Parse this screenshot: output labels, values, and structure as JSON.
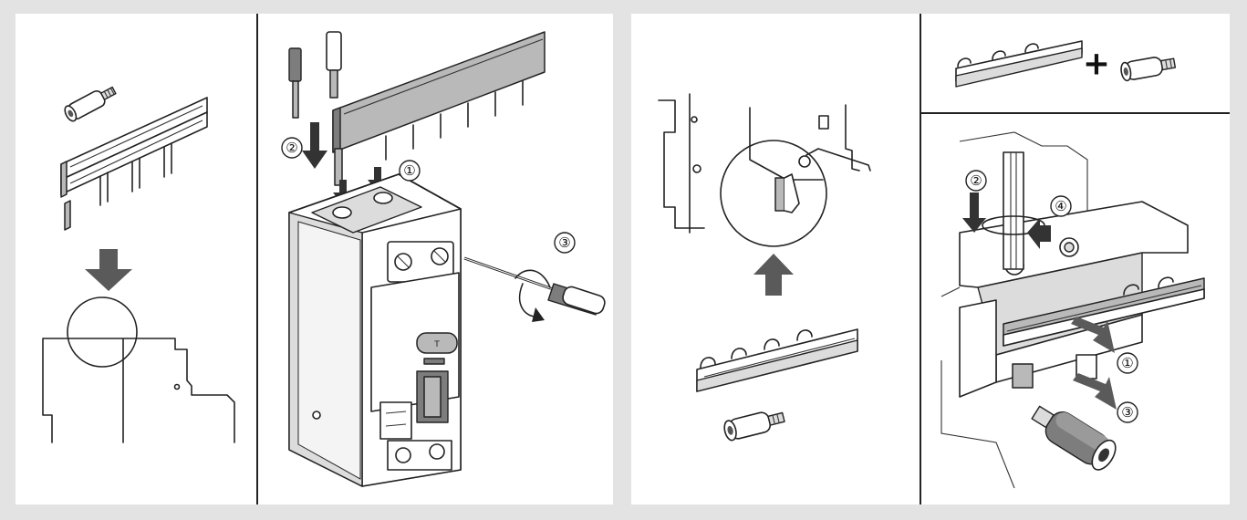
{
  "panels": [
    {
      "id": "p1"
    },
    {
      "id": "p2",
      "steps": [
        "①",
        "②",
        "③"
      ]
    },
    {
      "id": "p3"
    },
    {
      "id": "p4",
      "symbol": "+"
    },
    {
      "id": "p5",
      "steps": [
        "①",
        "②",
        "③",
        "④"
      ]
    }
  ],
  "colors": {
    "background": "#e3e3e3",
    "panel": "#ffffff",
    "line": "#222222",
    "arrow": "#5a5a5a"
  }
}
